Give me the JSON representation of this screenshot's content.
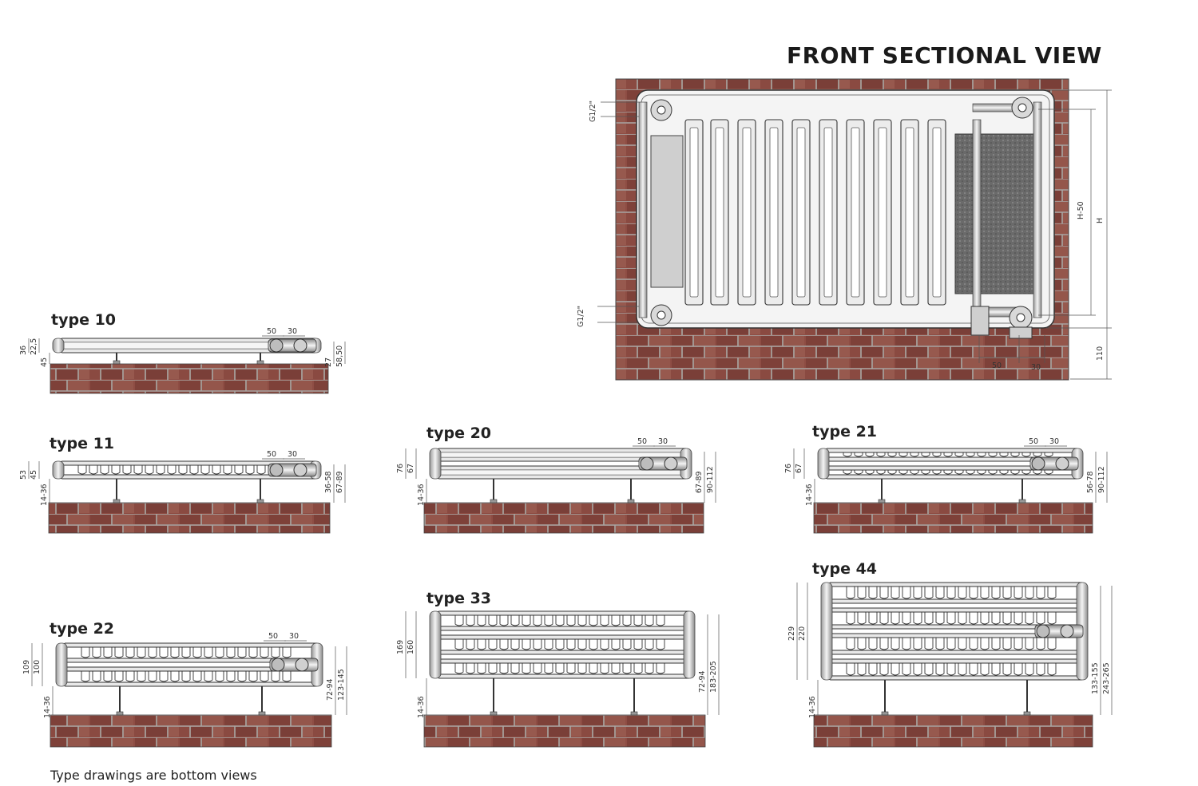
{
  "front_view": {
    "title": "FRONT SECTIONAL VIEW",
    "thread_top": "G1/2\"",
    "thread_bottom": "G1/2\"",
    "dim_h_minus": "H-50",
    "dim_h": "H",
    "dim_bottom": "110",
    "dim_50": "50",
    "dim_30": "30"
  },
  "types": [
    {
      "label": "type 10",
      "dims": [
        "36",
        "22,5",
        "45",
        "50",
        "30",
        "27",
        "58,50"
      ]
    },
    {
      "label": "type 11",
      "dims": [
        "53",
        "45",
        "14-36",
        "50",
        "30",
        "36-58",
        "67-89"
      ]
    },
    {
      "label": "type 20",
      "dims": [
        "76",
        "67",
        "14-36",
        "50",
        "30",
        "67-89",
        "90-112"
      ]
    },
    {
      "label": "type 21",
      "dims": [
        "76",
        "67",
        "14-36",
        "50",
        "30",
        "56-78",
        "90-112"
      ]
    },
    {
      "label": "type 22",
      "dims": [
        "109",
        "100",
        "14-36",
        "50",
        "30",
        "72-94",
        "123-145"
      ]
    },
    {
      "label": "type 33",
      "dims": [
        "169",
        "160",
        "14-36",
        "72-94",
        "183-205"
      ]
    },
    {
      "label": "type 44",
      "dims": [
        "229",
        "220",
        "14-36",
        "133-155",
        "243-265"
      ]
    }
  ],
  "footnote": "Type drawings are bottom views",
  "colors": {
    "brick": "#8a4a42",
    "mortar": "#9a9a98",
    "steel": "#e6e6e6",
    "outline": "#333333"
  }
}
